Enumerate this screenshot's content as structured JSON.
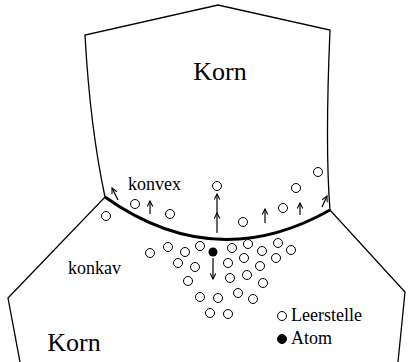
{
  "diagram": {
    "nodes": [
      {
        "text": [
          "Korn"
        ]
      },
      {
        "text": [
          "Korn"
        ]
      }
    ],
    "labels": [
      "konvex",
      "konkav"
    ],
    "legend": [
      {
        "text": "Leerstelle"
      },
      {
        "text": "Atom"
      }
    ]
  }
}
